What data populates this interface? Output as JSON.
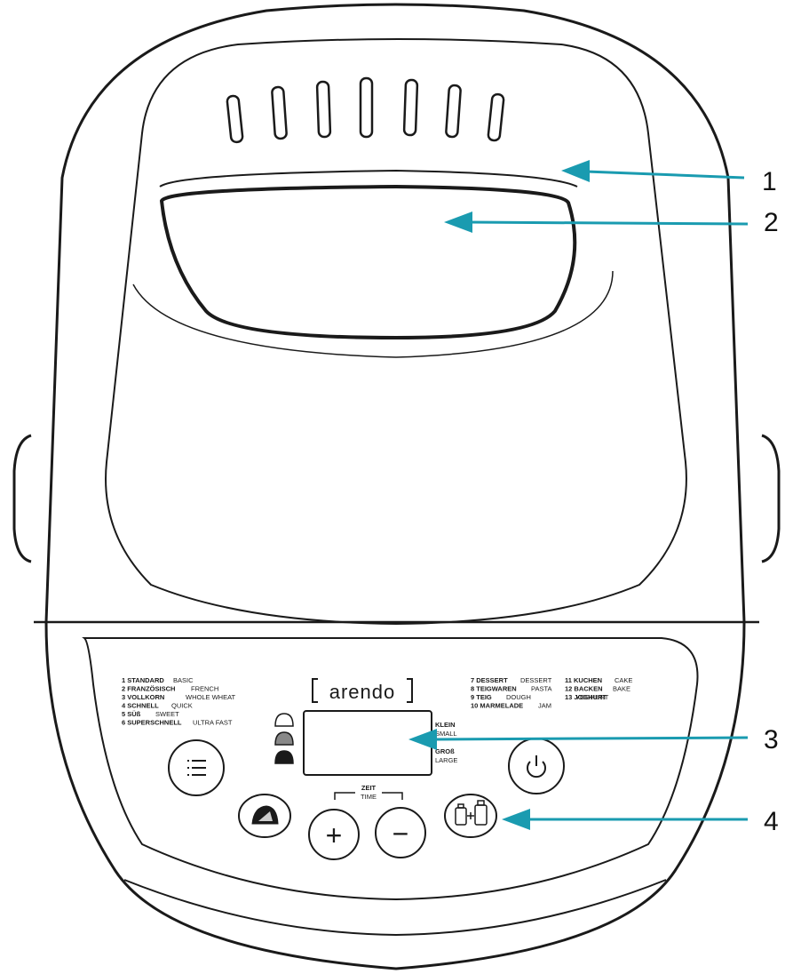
{
  "brand": "arendo",
  "colors": {
    "outline": "#1a1a1a",
    "callout": "#1a9bb0",
    "background": "#ffffff",
    "display_fill": "#ffffff",
    "icon_dark": "#1a1a1a"
  },
  "programs_left": [
    {
      "de": "1 STANDARD",
      "en": "BASIC"
    },
    {
      "de": "2 FRANZÖSISCH",
      "en": "FRENCH"
    },
    {
      "de": "3 VOLLKORN",
      "en": "WHOLE WHEAT"
    },
    {
      "de": "4 SCHNELL",
      "en": "QUICK"
    },
    {
      "de": "5 SÜß",
      "en": "SWEET"
    },
    {
      "de": "6 SUPERSCHNELL",
      "en": "ULTRA FAST"
    }
  ],
  "programs_mid": [
    {
      "de": "7 DESSERT",
      "en": "DESSERT"
    },
    {
      "de": "8 TEIGWAREN",
      "en": "PASTA"
    },
    {
      "de": "9 TEIG",
      "en": "DOUGH"
    },
    {
      "de": "10 MARMELADE",
      "en": "JAM"
    }
  ],
  "programs_right": [
    {
      "de": "11 KUCHEN",
      "en": "CAKE"
    },
    {
      "de": "12 BACKEN",
      "en": "BAKE"
    },
    {
      "de": "13 JOGHURT",
      "en": "YOGHURT"
    }
  ],
  "size_labels": {
    "small_de": "KLEIN",
    "small_en": "SMALL",
    "large_de": "GROß",
    "large_en": "LARGE"
  },
  "time_label": {
    "de": "ZEIT",
    "en": "TIME"
  },
  "buttons": {
    "plus": "+",
    "minus": "−"
  },
  "icons": {
    "menu": "menu-icon",
    "power": "power-icon",
    "crust": "crust-icon",
    "weight": "weight-icon",
    "loaf_light": "loaf-light-icon",
    "loaf_medium": "loaf-medium-icon",
    "loaf_dark": "loaf-dark-icon"
  },
  "callouts": [
    "1",
    "2",
    "3",
    "4"
  ]
}
